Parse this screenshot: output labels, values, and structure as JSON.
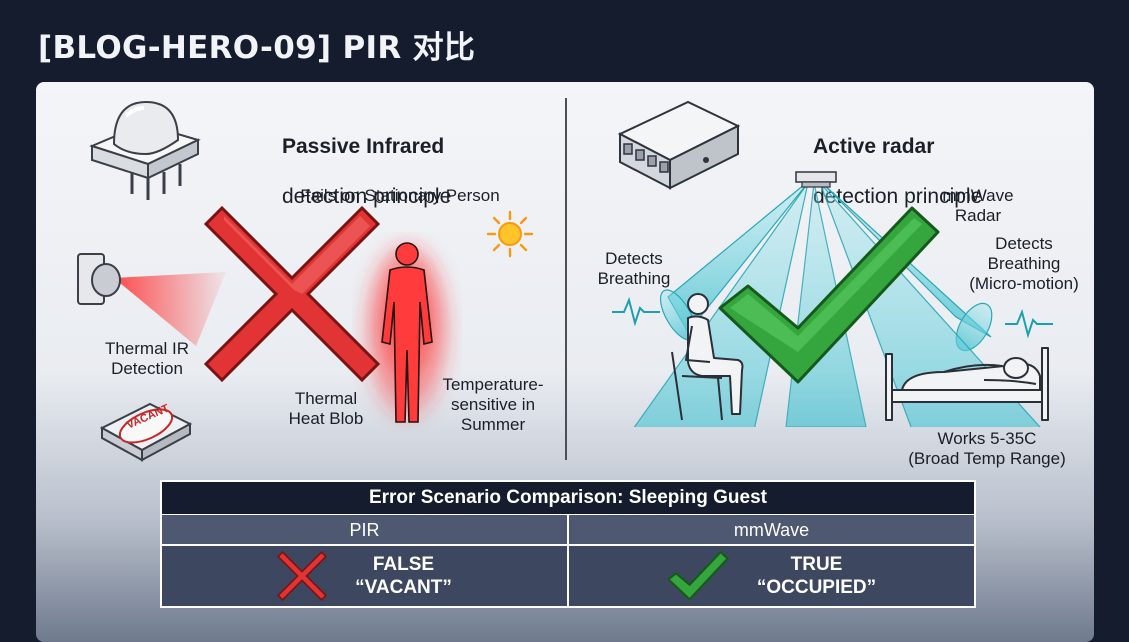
{
  "page": {
    "title": "[BLOG-HERO-09] PIR 对比"
  },
  "pir": {
    "heading_bold": "Passive Infrared",
    "heading_sub": "detection principle",
    "fails_label": "Fails on Stationary Person",
    "thermal_ir_label": "Thermal IR\nDetection",
    "heat_blob_label": "Thermal\nHeat Blob",
    "temp_sensitive_label": "Temperature-\nsensitive in\nSummer",
    "vacant_badge": "VACANT"
  },
  "radar": {
    "heading_bold": "Active radar",
    "heading_sub": "detection principle",
    "mmwave_label": "mmWave Radar",
    "detects_left_label": "Detects\nBreathing",
    "detects_right_label": "Detects\nBreathing\n(Micro-motion)",
    "works_label": "Works 5-35C\n(Broad Temp Range)"
  },
  "comparison": {
    "title": "Error Scenario Comparison: Sleeping Guest",
    "col_pir": "PIR",
    "col_mmwave": "mmWave",
    "pir_result": "FALSE\n“VACANT”",
    "mmwave_result": "TRUE\n“OCCUPIED”"
  },
  "colors": {
    "cross_red": "#d63030",
    "check_green": "#2f9a3a",
    "beam_cyan": "#6fd3de",
    "heat_red": "#ff2a2a",
    "dark_navy": "#141c2e"
  },
  "icons": [
    "pir-sensor-icon",
    "wall-sensor-icon",
    "vacant-device-icon",
    "sun-icon",
    "red-cross-icon",
    "heat-body-icon",
    "radar-chip-icon",
    "radar-emitter-icon",
    "green-check-icon",
    "seated-person-icon",
    "sleeping-person-icon",
    "heartbeat-wave-icon"
  ]
}
